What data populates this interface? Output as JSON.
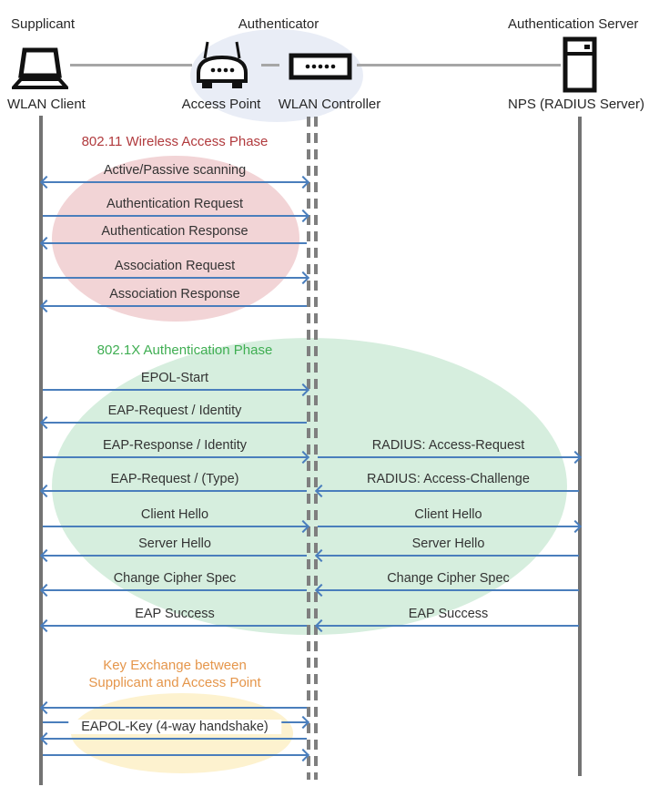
{
  "diagram": {
    "actors": {
      "supplicant": {
        "role": "Supplicant",
        "device": "WLAN Client",
        "icon": "laptop-icon"
      },
      "authenticator": {
        "role": "Authenticator",
        "access_point": "Access Point",
        "wlan_controller": "WLAN Controller",
        "icons": [
          "access-point-icon",
          "wlan-controller-icon"
        ]
      },
      "authentication_server": {
        "role": "Authentication Server",
        "device": "NPS (RADIUS Server)",
        "icon": "server-icon"
      }
    },
    "phases": [
      {
        "id": "wireless-access",
        "title": "802.11 Wireless Access Phase",
        "title_color": "#b13a3d",
        "ellipse_color": "#f2d4d6"
      },
      {
        "id": "authentication",
        "title": "802.1X Authentication Phase",
        "title_color": "#3fae52",
        "ellipse_color": "#d6eede"
      },
      {
        "id": "key-exchange",
        "title_line1": "Key Exchange between",
        "title_line2": "Supplicant and Access Point",
        "title_color": "#e5964b",
        "ellipse_color": "#fdf2cf"
      }
    ],
    "messages": [
      {
        "label": "Active/Passive scanning",
        "dir": "both",
        "span": "client-controller"
      },
      {
        "label": "Authentication Request",
        "dir": "right",
        "span": "client-controller"
      },
      {
        "label": "Authentication Response",
        "dir": "left",
        "span": "client-controller"
      },
      {
        "label": "Association Request",
        "dir": "right",
        "span": "client-controller"
      },
      {
        "label": "Association Response",
        "dir": "left",
        "span": "client-controller"
      },
      {
        "label": "EPOL-Start",
        "dir": "right",
        "span": "client-controller"
      },
      {
        "label": "EAP-Request / Identity",
        "dir": "left",
        "span": "client-controller"
      },
      {
        "label": "EAP-Response / Identity",
        "dir": "right",
        "span": "client-controller"
      },
      {
        "label": "RADIUS: Access-Request",
        "dir": "right",
        "span": "controller-server"
      },
      {
        "label": "EAP-Request / (Type)",
        "dir": "left",
        "span": "client-controller"
      },
      {
        "label": "RADIUS: Access-Challenge",
        "dir": "left",
        "span": "controller-server"
      },
      {
        "label": "Client Hello",
        "dir": "right",
        "span": "client-controller"
      },
      {
        "label": "Client Hello",
        "dir": "right",
        "span": "controller-server"
      },
      {
        "label": "Server Hello",
        "dir": "left",
        "span": "client-controller"
      },
      {
        "label": "Server Hello",
        "dir": "left",
        "span": "controller-server"
      },
      {
        "label": "Change Cipher Spec",
        "dir": "left",
        "span": "client-controller"
      },
      {
        "label": "Change Cipher Spec",
        "dir": "left",
        "span": "controller-server"
      },
      {
        "label": "EAP Success",
        "dir": "left",
        "span": "client-controller"
      },
      {
        "label": "EAP Success",
        "dir": "left",
        "span": "controller-server"
      },
      {
        "label": "",
        "dir": "left",
        "span": "client-controller"
      },
      {
        "label": "",
        "dir": "right",
        "span": "client-controller"
      },
      {
        "label": "EAPOL-Key (4-way handshake)",
        "dir": "left",
        "span": "client-controller"
      },
      {
        "label": "",
        "dir": "right",
        "span": "client-controller"
      }
    ],
    "colors": {
      "arrow": "#4a7ebc",
      "lifeline": "#737373",
      "connector": "#a6a6a6",
      "hub_ellipse": "#e9edf6",
      "text": "#333333"
    }
  }
}
